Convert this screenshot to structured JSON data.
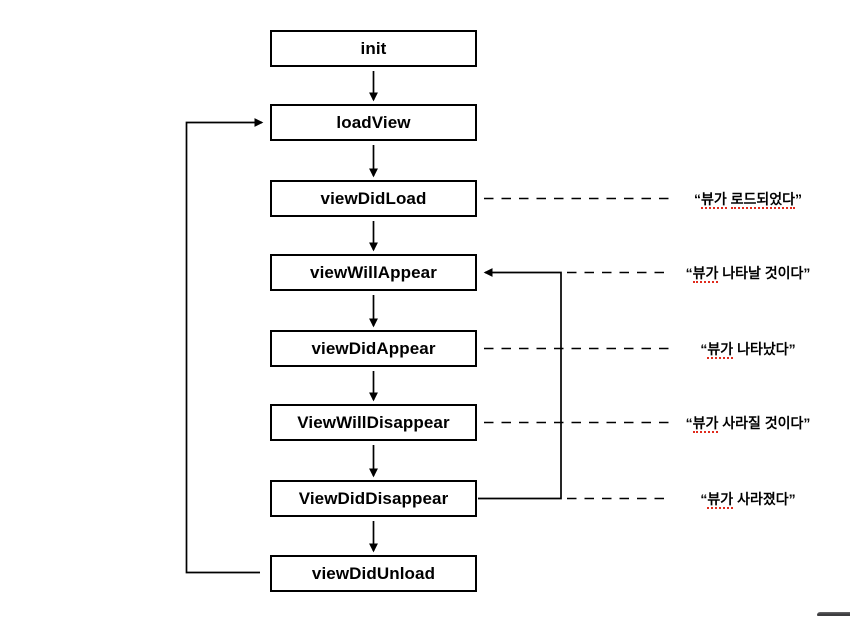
{
  "diagram": {
    "title_hint": "view controller lifecycle flowchart",
    "nodes": [
      {
        "id": "init",
        "label": "init"
      },
      {
        "id": "loadView",
        "label": "loadView"
      },
      {
        "id": "viewDidLoad",
        "label": "viewDidLoad"
      },
      {
        "id": "viewWillAppear",
        "label": "viewWillAppear"
      },
      {
        "id": "viewDidAppear",
        "label": "viewDidAppear"
      },
      {
        "id": "ViewWillDisappear",
        "label": "ViewWillDisappear"
      },
      {
        "id": "ViewDidDisappear",
        "label": "ViewDidDisappear"
      },
      {
        "id": "viewDidUnload",
        "label": "viewDidUnload"
      }
    ],
    "annotations": [
      {
        "q1": "“",
        "w1": "뷰가",
        "w2": "로드되었다",
        "q2": "”",
        "attached_to": "viewDidLoad"
      },
      {
        "q1": "“",
        "w1": "뷰가",
        "rest": "나타날 것이다",
        "q2": "”",
        "attached_to": "viewWillAppear"
      },
      {
        "q1": "“",
        "w1": "뷰가",
        "rest": "나타났다",
        "q2": "”",
        "attached_to": "viewDidAppear"
      },
      {
        "q1": "“",
        "w1": "뷰가",
        "rest": "사라질 것이다",
        "q2": "”",
        "attached_to": "ViewWillDisappear"
      },
      {
        "q1": "“",
        "w1": "뷰가",
        "rest": "사라졌다",
        "q2": "”",
        "attached_to": "ViewDidDisappear"
      }
    ],
    "edges": [
      "init→loadView",
      "loadView→viewDidLoad",
      "viewDidLoad→viewWillAppear",
      "viewWillAppear→viewDidAppear",
      "viewDidAppear→ViewWillDisappear",
      "ViewWillDisappear→ViewDidDisappear",
      "ViewDidDisappear→viewDidUnload",
      "viewDidUnload→loadView (loop left)",
      "ViewDidDisappear→viewWillAppear (loop right)"
    ]
  },
  "colors": {
    "line": "#000000",
    "box_border": "#000000",
    "text": "#000000",
    "background": "#ffffff",
    "misspell_underline": "#e02b1d",
    "corner_bar": "#3d3d3f"
  }
}
